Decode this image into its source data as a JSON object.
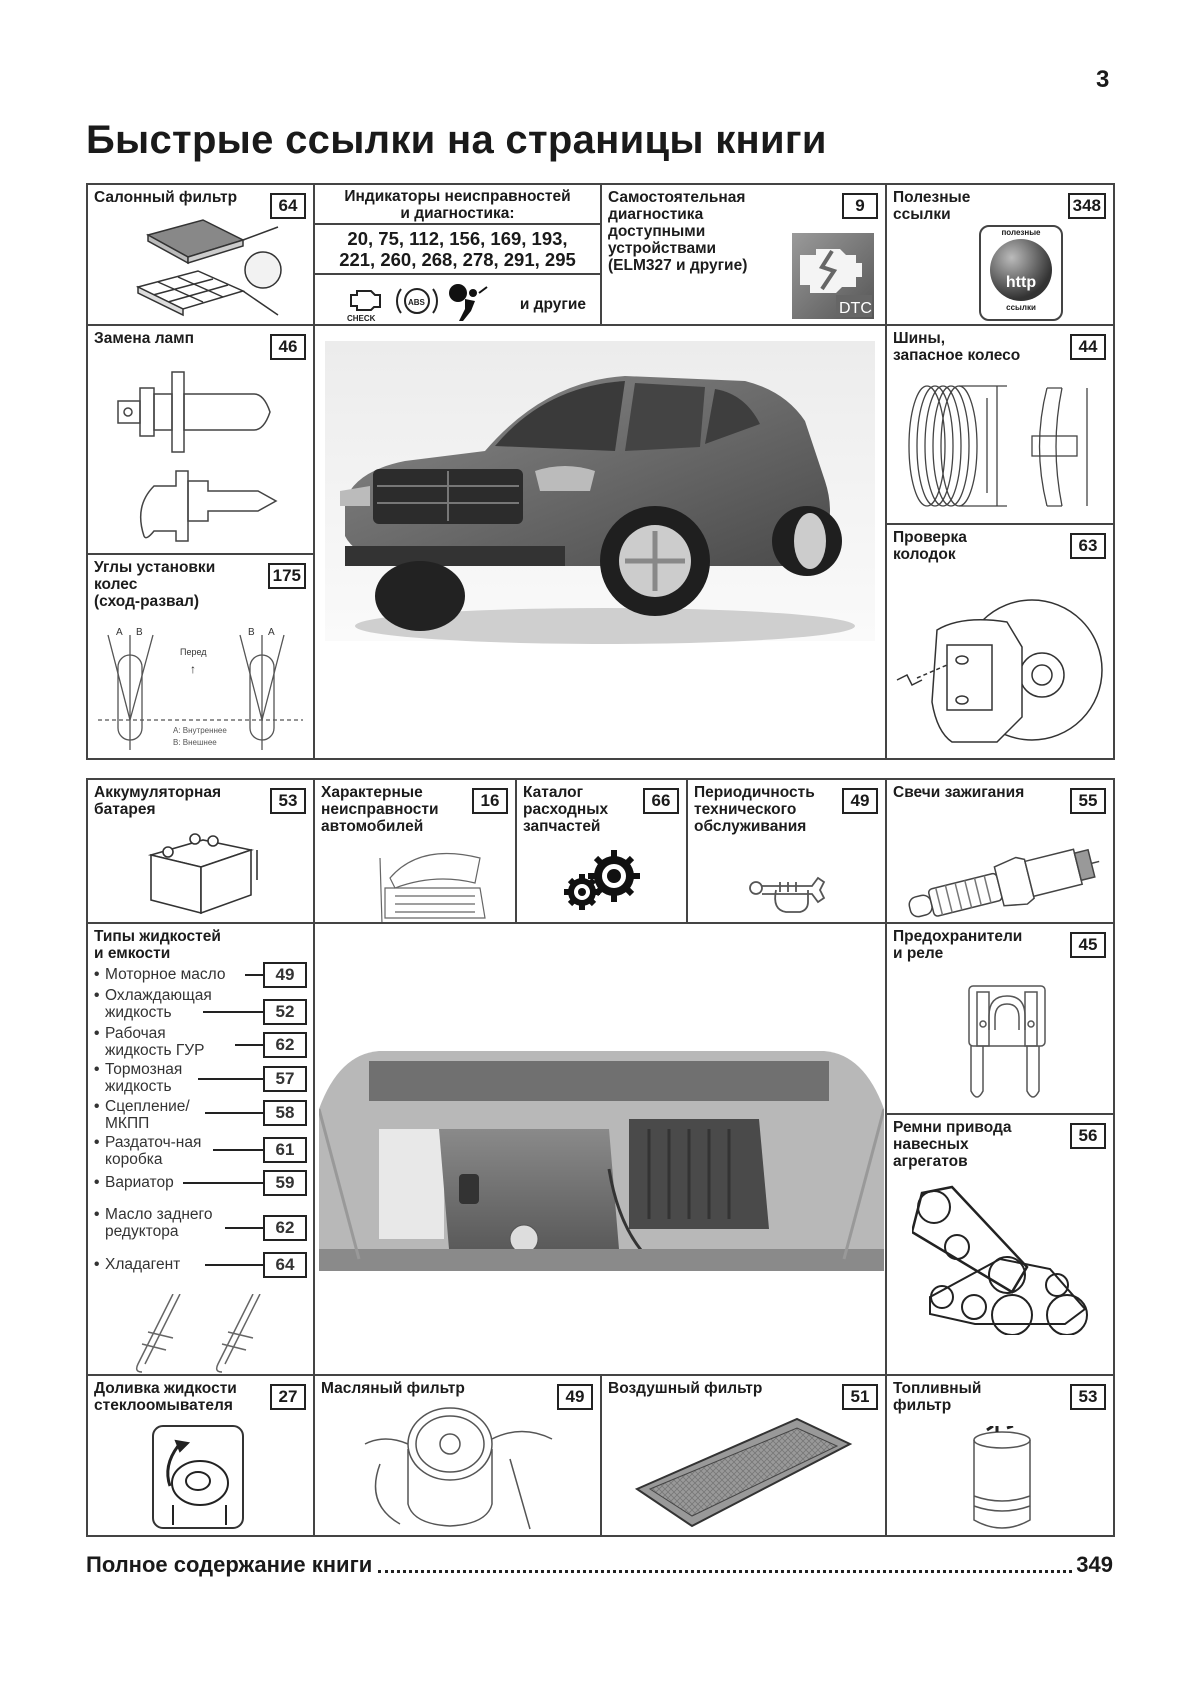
{
  "page": {
    "number": "3",
    "title": "Быстрые ссылки на страницы книги"
  },
  "upper": {
    "cabin_filter": {
      "label": "Салонный фильтр",
      "page": "64"
    },
    "diagnostics": {
      "label": "Индикаторы неисправностей и диагностика:",
      "label_line1": "Индикаторы неисправностей",
      "label_line2": "и диагностика:",
      "pages_line1": "20, 75, 112, 156, 169, 193,",
      "pages_line2": "221, 260, 268, 278, 291, 295",
      "icons": [
        "check-engine-icon",
        "abs-icon",
        "airbag-icon"
      ],
      "check_text": "CHECK",
      "abs_text": "ABS",
      "other": "и другие"
    },
    "self_diag": {
      "label_lines": [
        "Самостоятельная",
        "диагностика",
        "доступными",
        "устройствами",
        "(ELM327 и другие)"
      ],
      "page": "9",
      "badge": "DTC"
    },
    "useful_links": {
      "label_lines": [
        "Полезные",
        "ссылки"
      ],
      "page": "348",
      "badge_top": "полезные",
      "badge_mid": "http",
      "badge_bottom": "ссылки"
    },
    "lamps": {
      "label": "Замена ламп",
      "page": "46"
    },
    "wheel_alignment": {
      "label_lines": [
        "Углы установки",
        "колес",
        "(сход-развал)"
      ],
      "page": "175",
      "diagram": {
        "left_a": "A",
        "left_b": "B",
        "right_b": "B",
        "right_a": "A",
        "front": "Перед",
        "legend_a": "A: Внутреннее",
        "legend_b": "B: Внешнее"
      }
    },
    "tires": {
      "label_lines": [
        "Шины,",
        "запасное колесо"
      ],
      "page": "44"
    },
    "brake_pads": {
      "label_lines": [
        "Проверка",
        "колодок"
      ],
      "page": "63"
    }
  },
  "lower": {
    "battery": {
      "label_lines": [
        "Аккумуляторная",
        "батарея"
      ],
      "page": "53"
    },
    "faults": {
      "label_lines": [
        "Характерные",
        "неисправности",
        "автомобилей"
      ],
      "page": "16"
    },
    "catalog": {
      "label_lines": [
        "Каталог",
        "расходных",
        "запчастей"
      ],
      "page": "66"
    },
    "maintenance": {
      "label_lines": [
        "Периодичность",
        "технического",
        "обслуживания"
      ],
      "page": "49"
    },
    "spark_plugs": {
      "label": "Свечи зажигания",
      "page": "55"
    },
    "fluids": {
      "label_lines": [
        "Типы жидкостей",
        "и емкости"
      ],
      "items": [
        {
          "text": "Моторное масло",
          "page": "49"
        },
        {
          "text": "Охлаждающая жидкость",
          "page": "52"
        },
        {
          "text": "Рабочая жидкость ГУР",
          "page": "62"
        },
        {
          "text": "Тормозная жидкость",
          "page": "57"
        },
        {
          "text": "Сцепление/ МКПП",
          "page": "58"
        },
        {
          "text": "Раздаточ-ная коробка",
          "page": "61"
        },
        {
          "text": "Вариатор",
          "page": "59"
        },
        {
          "text": "Масло заднего редуктора",
          "page": "62"
        },
        {
          "text": "Хладагент",
          "page": "64"
        }
      ]
    },
    "fuses": {
      "label_lines": [
        "Предохранители",
        "и реле"
      ],
      "page": "45"
    },
    "belts": {
      "label_lines": [
        "Ремни привода",
        "навесных",
        "агрегатов"
      ],
      "page": "56"
    },
    "washer": {
      "label_lines": [
        "Доливка жидкости",
        "стеклоомывателя"
      ],
      "page": "27"
    },
    "oil_filter": {
      "label": "Масляный фильтр",
      "page": "49"
    },
    "air_filter": {
      "label": "Воздушный фильтр",
      "page": "51"
    },
    "fuel_filter": {
      "label_lines": [
        "Топливный",
        "фильтр"
      ],
      "page": "53"
    }
  },
  "toc": {
    "label": "Полное содержание книги",
    "page": "349"
  }
}
